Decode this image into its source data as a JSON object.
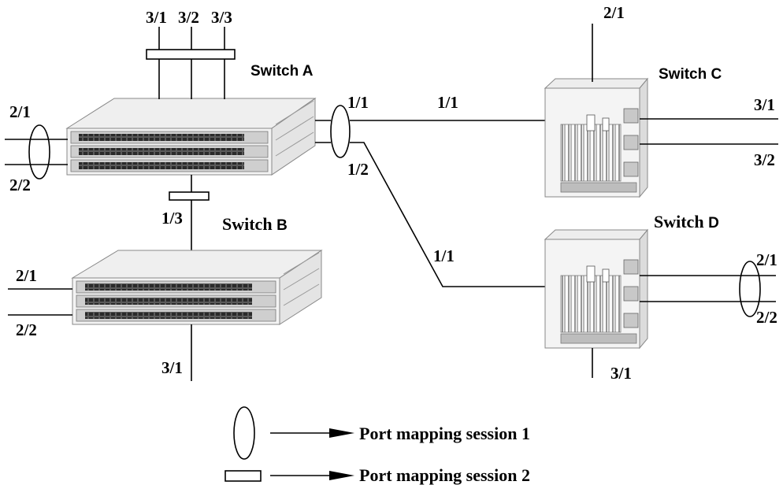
{
  "switches": {
    "a": {
      "title": "Switch A"
    },
    "b": {
      "title_prefix": "Switch ",
      "title_letter": "B"
    },
    "c": {
      "title": "Switch C"
    },
    "d": {
      "title_prefix": "Switch ",
      "title_letter": "D"
    }
  },
  "ports": {
    "a_3_1": "3/1",
    "a_3_2": "3/2",
    "a_3_3": "3/3",
    "a_2_1": "2/1",
    "a_2_2": "2/2",
    "a_1_1": "1/1",
    "a_1_2": "1/2",
    "a_1_3": "1/3",
    "b_2_1": "2/1",
    "b_2_2": "2/2",
    "b_3_1": "3/1",
    "c_1_1": "1/1",
    "c_2_1": "2/1",
    "c_3_1": "3/1",
    "c_3_2": "3/2",
    "d_1_1": "1/1",
    "d_2_1": "2/1",
    "d_2_2": "2/2",
    "d_3_1": "3/1"
  },
  "legend": {
    "session1": "Port mapping session 1",
    "session2": "Port mapping session 2"
  }
}
